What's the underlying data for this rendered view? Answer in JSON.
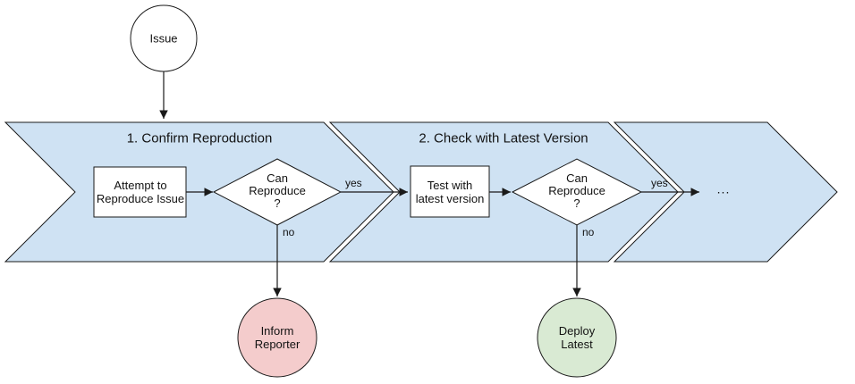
{
  "diagram": {
    "start": {
      "label": "Issue"
    },
    "continuation": {
      "label": "..."
    },
    "colors": {
      "band": "#cfe2f3",
      "node": "#ffffff",
      "inform_end": "#f4cccc",
      "deploy_end": "#d9ead3",
      "stroke": "#1a1a1a"
    },
    "sections": [
      {
        "title": "1. Confirm Reproduction",
        "step": "Attempt to\nReproduce Issue",
        "decision": "Can\nReproduce\n?",
        "yes": "yes",
        "no": "no",
        "end": "Inform\nReporter"
      },
      {
        "title": "2. Check with Latest Version",
        "step": "Test with\nlatest version",
        "decision": "Can\nReproduce\n?",
        "yes": "yes",
        "no": "no",
        "end": "Deploy\nLatest"
      }
    ]
  }
}
